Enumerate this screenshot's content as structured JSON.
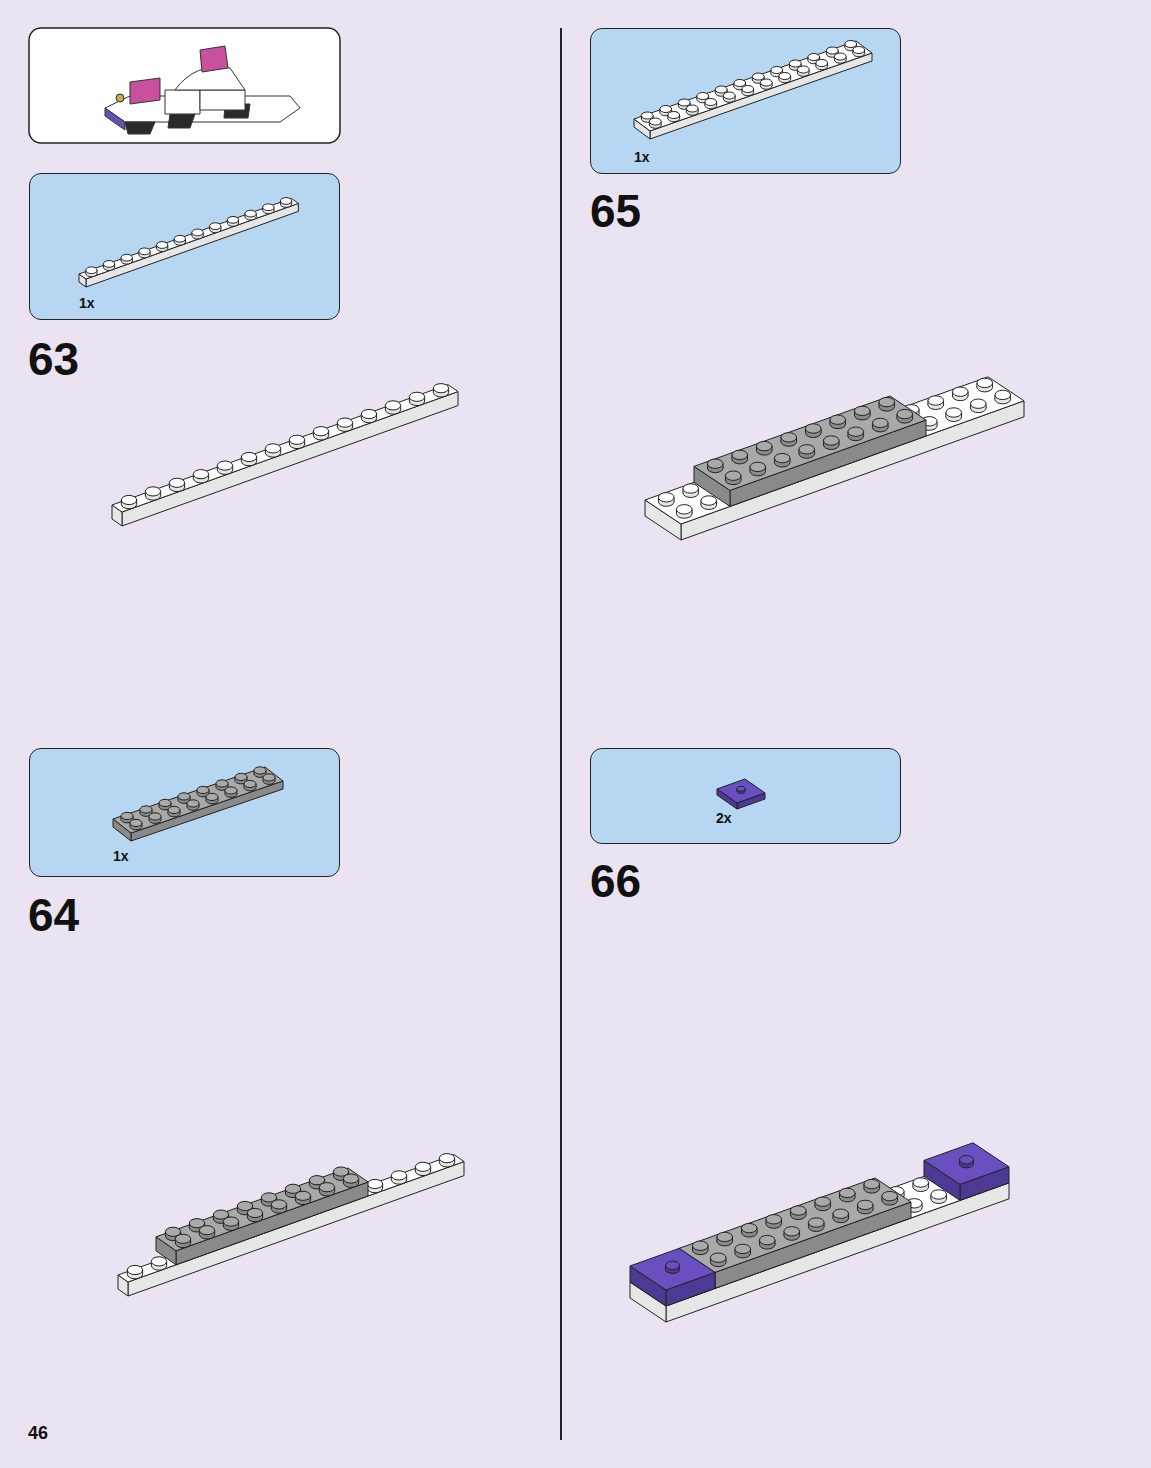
{
  "diagram": {
    "nodes": [
      {
        "text": [
          "1x"
        ]
      },
      {
        "text": [
          "1x"
        ]
      },
      {
        "text": [
          "1x"
        ]
      },
      {
        "text": [
          "2x"
        ]
      }
    ],
    "labels": [
      "63",
      "64",
      "65",
      "66",
      "46"
    ]
  }
}
